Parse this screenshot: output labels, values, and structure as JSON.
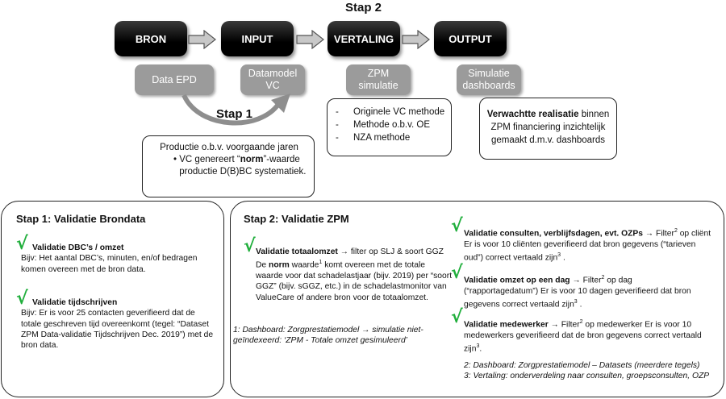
{
  "diagram": {
    "stap2_title": "Stap 2",
    "stap1_title": "Stap 1",
    "stages": [
      {
        "label": "BRON",
        "sub": [
          "Data EPD"
        ]
      },
      {
        "label": "INPUT",
        "sub": [
          "Datamodel",
          "VC"
        ]
      },
      {
        "label": "VERTALING",
        "sub": [
          "ZPM",
          "simulatie"
        ]
      },
      {
        "label": "OUTPUT",
        "sub": [
          "Simulatie",
          "dashboards"
        ]
      }
    ],
    "vertaling_methods": [
      {
        "dash": "-",
        "text": "Originele VC methode"
      },
      {
        "dash": "-",
        "text": "Methode o.b.v. OE"
      },
      {
        "dash": "-",
        "text": "NZA methode"
      }
    ],
    "output_box": {
      "bold": "Verwachtte realisatie",
      "rest": " binnen ZPM financiering inzichtelijk gemaakt d.m.v. dashboards"
    },
    "productie_box": {
      "line1": "Productie o.b.v. voorgaande jaren",
      "bullet": "•",
      "bullet_pre": "VC genereert “",
      "bullet_bold": "norm",
      "bullet_post": "”-waarde productie D(B)BC systematiek."
    }
  },
  "panel1": {
    "title": "Stap 1: Validatie Brondata",
    "items": [
      {
        "check": "√",
        "heading": "Validatie DBC’s / omzet",
        "body": "Bijv: Het aantal DBC’s, minuten, en/of bedragen komen overeen met de bron data."
      },
      {
        "check": "√",
        "heading": "Validatie tijdschrijven",
        "body": "Bijv: Er is voor 25 contacten geverifieerd dat de totale geschreven tijd overeenkomt (tegel: “Dataset ZPM Data-validatie Tijdschrijven Dec. 2019”) met de bron data."
      }
    ]
  },
  "panel2": {
    "title": "Stap 2: Validatie ZPM",
    "totaalomzet": {
      "check": "√",
      "heading": "Validatie totaalomzet",
      "heading_rest": " → filter op SLJ & soort GGZ",
      "body_pre": "De ",
      "body_bold": "norm",
      "body_mid": " waarde",
      "body_sup": "1",
      "body_post": " komt overeen met de totale waarde voor dat schadelastjaar (bijv. 2019) per “soort GGZ” (bijv. sGGZ, etc.) in de schadelastmonitor van ValueCare of andere bron voor de totaalomzet."
    },
    "footnote1": "1: Dashboard: Zorgprestatiemodel → simulatie niet-geïndexeerd: ‘ZPM - Totale omzet gesimuleerd’",
    "right_items": [
      {
        "check": "√",
        "heading": "Validatie consulten, verblijfsdagen, evt. OZPs",
        "arrow": " → Filter",
        "sup": "2",
        "rest": " op cliënt Er is voor 10 cliënten geverifieerd dat bron gegevens (“tarieven oud”) correct vertaald zijn",
        "sup_end": "3",
        "end": " ."
      },
      {
        "check": "√",
        "heading": "Validatie omzet op een dag",
        "arrow": " → Filter",
        "sup": "2",
        "rest": " op dag (“rapportagedatum”) Er is voor 10 dagen geverifieerd dat bron gegevens correct vertaald zijn",
        "sup_end": "3",
        "end": " ."
      },
      {
        "check": "√",
        "heading": "Validatie medewerker",
        "arrow": " → Filter",
        "sup": "2",
        "rest": " op medewerker Er is voor 10 medewerkers geverifieerd dat de bron gegevens correct vertaald zijn",
        "sup_end": "3",
        "end": "."
      }
    ],
    "footnote2": "2: Dashboard: Zorgprestatiemodel – Datasets (meerdere tegels)",
    "footnote3": "3: Vertaling: onderverdeling naar consulten, groepsconsulten, OZP"
  },
  "colors": {
    "check": "#1fae3b",
    "stage_bg": "#000000",
    "sub_bg": "#9b9b9b"
  }
}
